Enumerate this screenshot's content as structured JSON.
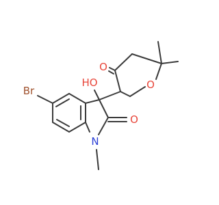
{
  "structure": {
    "atoms": {
      "br": {
        "text": "Br",
        "color": "#a0522d"
      },
      "ho": {
        "text": "HO",
        "color": "#e8463a"
      },
      "o_ketone": {
        "text": "O",
        "color": "#e8463a"
      },
      "o_ring": {
        "text": "O",
        "color": "#e8463a"
      },
      "o_amide": {
        "text": "O",
        "color": "#e8463a"
      },
      "n": {
        "text": "N",
        "color": "#2b3fd6"
      }
    },
    "bond_color": "#3a3a3a"
  }
}
